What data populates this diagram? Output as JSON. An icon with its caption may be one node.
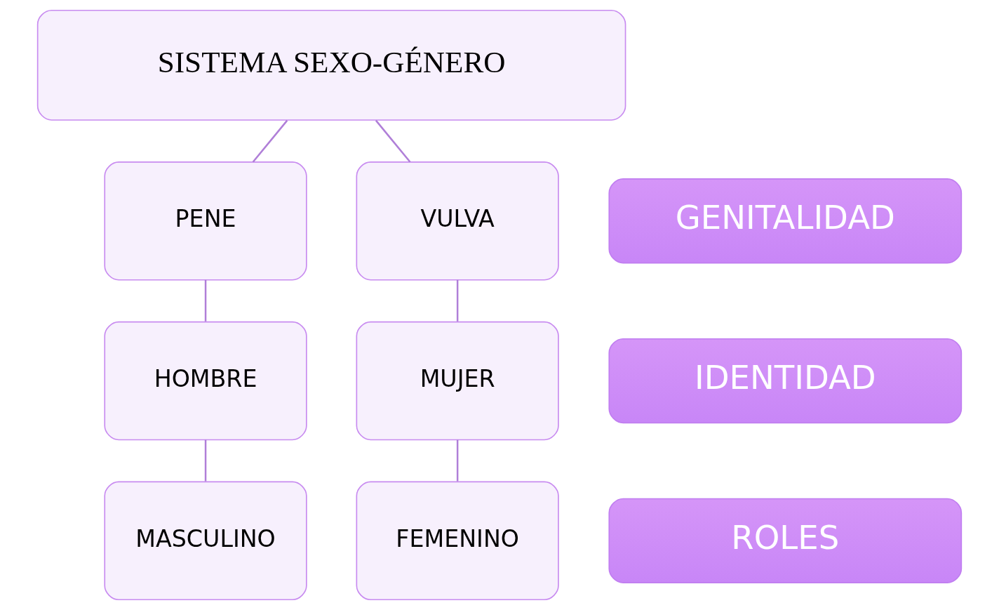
{
  "diagram": {
    "nodes": [
      {
        "text": [
          "SISTEMA SEXO-GÉNERO"
        ]
      },
      {
        "text": [
          "GENITALIDAD"
        ]
      },
      {
        "text": [
          "PENE"
        ]
      },
      {
        "text": [
          "VULVA"
        ]
      },
      {
        "text": [
          "IDENTIDAD"
        ]
      },
      {
        "text": [
          "HOMBRE"
        ]
      },
      {
        "text": [
          "MUJER"
        ]
      },
      {
        "text": [
          "ROLES"
        ]
      },
      {
        "text": [
          "MASCULINO"
        ]
      },
      {
        "text": [
          "FEMENINO"
        ]
      }
    ],
    "edges": [
      {
        "from": 0,
        "to": 2,
        "arrow": "none"
      },
      {
        "from": 0,
        "to": 3,
        "arrow": "none"
      },
      {
        "from": 2,
        "to": 5,
        "arrow": "none"
      },
      {
        "from": 3,
        "to": 6,
        "arrow": "none"
      },
      {
        "from": 5,
        "to": 8,
        "arrow": "none"
      },
      {
        "from": 6,
        "to": 9,
        "arrow": "none"
      }
    ]
  }
}
